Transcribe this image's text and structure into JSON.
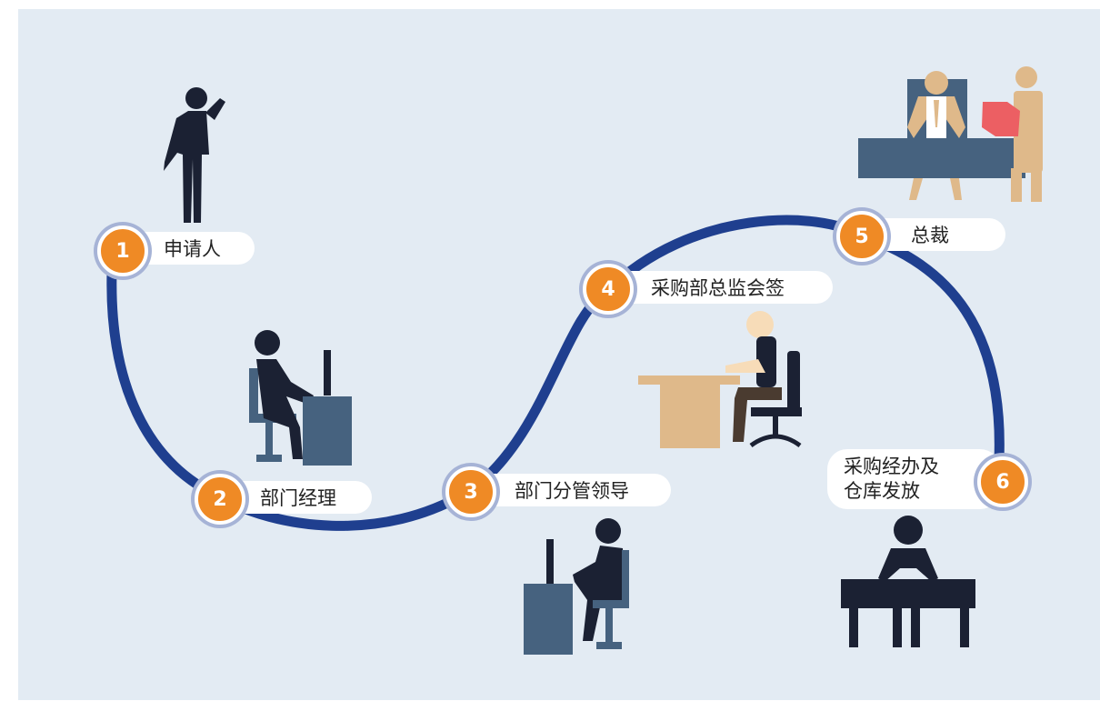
{
  "diagram": {
    "colors": {
      "background": "#e3ebf3",
      "path": "#1f3f8f",
      "badge": "#ef8a25",
      "badge_ring": "#a6b3d6",
      "silhouette": "#1b2133",
      "desk_blue": "#46627f",
      "desk_tan": "#dfb98a",
      "skin": "#f7dcb8",
      "report_red": "#ec5f63"
    },
    "steps": [
      {
        "number": "1",
        "label": "申请人",
        "icon": "person-on-phone-icon"
      },
      {
        "number": "2",
        "label": "部门经理",
        "icon": "person-at-computer-icon"
      },
      {
        "number": "3",
        "label": "部门分管领导",
        "icon": "person-at-computer-icon"
      },
      {
        "number": "4",
        "label": "采购部总监会签",
        "icon": "person-at-desk-icon"
      },
      {
        "number": "5",
        "label": "总裁",
        "icon": "executive-meeting-icon"
      },
      {
        "number": "6",
        "label_line1": "采购经办及",
        "label_line2": "仓库发放",
        "icon": "person-at-table-icon"
      }
    ]
  }
}
